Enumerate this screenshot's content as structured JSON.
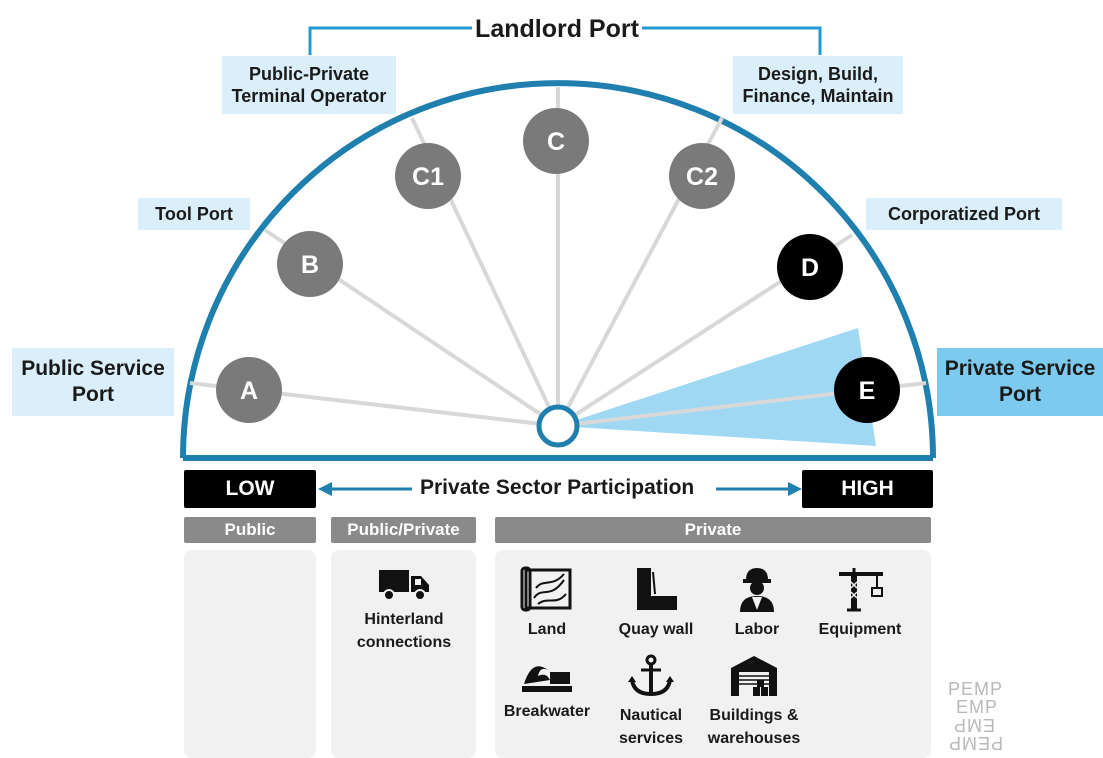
{
  "models": {
    "landlord": "Landlord Port",
    "public_private_terminal": [
      "Public-Private",
      "Terminal Operator"
    ],
    "design_build": [
      "Design, Build,",
      "Finance, Maintain"
    ],
    "tool": "Tool Port",
    "corporatized": "Corporatized Port",
    "public_service": [
      "Public Service",
      "Port"
    ],
    "private_service": [
      "Private Service",
      "Port"
    ]
  },
  "nodes": [
    "A",
    "B",
    "C1",
    "C",
    "C2",
    "D",
    "E"
  ],
  "axis": {
    "low": "LOW",
    "title": "Private Sector Participation",
    "high": "HIGH"
  },
  "categories": {
    "public": "Public",
    "public_private": "Public/Private",
    "private": "Private"
  },
  "assets": {
    "public_private": [
      {
        "icon": "truck-icon",
        "label": [
          "Hinterland",
          "connections"
        ]
      }
    ],
    "private": [
      {
        "icon": "land-map-icon",
        "label": [
          "Land"
        ]
      },
      {
        "icon": "quay-wall-icon",
        "label": [
          "Quay wall"
        ]
      },
      {
        "icon": "worker-icon",
        "label": [
          "Labor"
        ]
      },
      {
        "icon": "crane-icon",
        "label": [
          "Equipment"
        ]
      },
      {
        "icon": "breakwater-icon",
        "label": [
          "Breakwater"
        ]
      },
      {
        "icon": "anchor-icon",
        "label": [
          "Nautical",
          "services"
        ]
      },
      {
        "icon": "warehouse-icon",
        "label": [
          "Buildings &",
          "warehouses"
        ]
      }
    ]
  },
  "logo": [
    "PEMP",
    "EMP",
    "PEMP",
    "EMP"
  ],
  "colors": {
    "arc": "#1f7fae",
    "node_grey": "#7a7a7a",
    "node_black": "#000000",
    "label_bg": "#dbeffa",
    "highlight_bg": "#7ccbee",
    "wedge": "#9fd8f2"
  }
}
